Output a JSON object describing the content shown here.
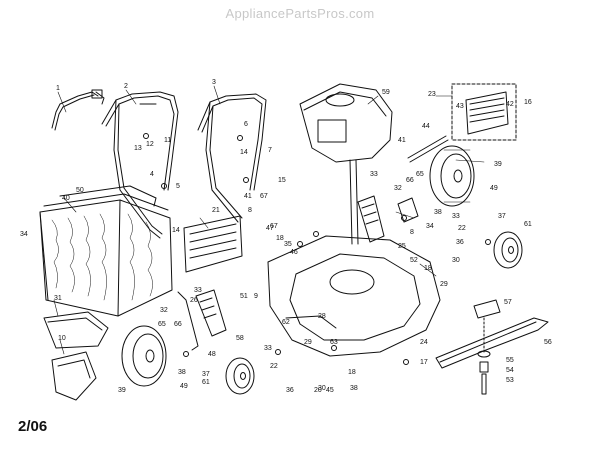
{
  "watermark": "AppliancePartsPros.com",
  "date_code": "2/06",
  "callouts": [
    {
      "id": "c1",
      "label": "1"
    },
    {
      "id": "c2",
      "label": "2"
    },
    {
      "id": "c3",
      "label": "3"
    },
    {
      "id": "c4",
      "label": "4"
    },
    {
      "id": "c5",
      "label": "5"
    },
    {
      "id": "c6",
      "label": "6"
    },
    {
      "id": "c7",
      "label": "7"
    },
    {
      "id": "c11",
      "label": "11"
    },
    {
      "id": "c12",
      "label": "12"
    },
    {
      "id": "c13",
      "label": "13"
    },
    {
      "id": "c14a",
      "label": "14"
    },
    {
      "id": "c14b",
      "label": "14"
    },
    {
      "id": "c15",
      "label": "15"
    },
    {
      "id": "c16",
      "label": "16"
    },
    {
      "id": "c17",
      "label": "17"
    },
    {
      "id": "c18a",
      "label": "18"
    },
    {
      "id": "c18b",
      "label": "18"
    },
    {
      "id": "c18c",
      "label": "18"
    },
    {
      "id": "c20",
      "label": "20"
    },
    {
      "id": "c21",
      "label": "21"
    },
    {
      "id": "c22a",
      "label": "22"
    },
    {
      "id": "c22b",
      "label": "22"
    },
    {
      "id": "c23",
      "label": "23"
    },
    {
      "id": "c24",
      "label": "24"
    },
    {
      "id": "c25",
      "label": "25"
    },
    {
      "id": "c26",
      "label": "26"
    },
    {
      "id": "c28",
      "label": "28"
    },
    {
      "id": "c29a",
      "label": "29"
    },
    {
      "id": "c29b",
      "label": "29"
    },
    {
      "id": "c30a",
      "label": "30"
    },
    {
      "id": "c30b",
      "label": "30"
    },
    {
      "id": "c31",
      "label": "31"
    },
    {
      "id": "c32a",
      "label": "32"
    },
    {
      "id": "c32b",
      "label": "32"
    },
    {
      "id": "c33a",
      "label": "33"
    },
    {
      "id": "c33b",
      "label": "33"
    },
    {
      "id": "c33c",
      "label": "33"
    },
    {
      "id": "c33d",
      "label": "33"
    },
    {
      "id": "c34a",
      "label": "34"
    },
    {
      "id": "c34b",
      "label": "34"
    },
    {
      "id": "c35",
      "label": "35"
    },
    {
      "id": "c36a",
      "label": "36"
    },
    {
      "id": "c36b",
      "label": "36"
    },
    {
      "id": "c37a",
      "label": "37"
    },
    {
      "id": "c37b",
      "label": "37"
    },
    {
      "id": "c38a",
      "label": "38"
    },
    {
      "id": "c38b",
      "label": "38"
    },
    {
      "id": "c38c",
      "label": "38"
    },
    {
      "id": "c39a",
      "label": "39"
    },
    {
      "id": "c39b",
      "label": "39"
    },
    {
      "id": "c40",
      "label": "40"
    },
    {
      "id": "c41a",
      "label": "41"
    },
    {
      "id": "c41b",
      "label": "41"
    },
    {
      "id": "c42",
      "label": "42"
    },
    {
      "id": "c43",
      "label": "43"
    },
    {
      "id": "c44",
      "label": "44"
    },
    {
      "id": "c45",
      "label": "45"
    },
    {
      "id": "c46",
      "label": "46"
    },
    {
      "id": "c47",
      "label": "47"
    },
    {
      "id": "c48",
      "label": "48"
    },
    {
      "id": "c49a",
      "label": "49"
    },
    {
      "id": "c49b",
      "label": "49"
    },
    {
      "id": "c50",
      "label": "50"
    },
    {
      "id": "c51",
      "label": "51"
    },
    {
      "id": "c52",
      "label": "52"
    },
    {
      "id": "c53",
      "label": "53"
    },
    {
      "id": "c54",
      "label": "54"
    },
    {
      "id": "c55",
      "label": "55"
    },
    {
      "id": "c56",
      "label": "56"
    },
    {
      "id": "c57",
      "label": "57"
    },
    {
      "id": "c58",
      "label": "58"
    },
    {
      "id": "c59",
      "label": "59"
    },
    {
      "id": "c61a",
      "label": "61"
    },
    {
      "id": "c61b",
      "label": "61"
    },
    {
      "id": "c62",
      "label": "62"
    },
    {
      "id": "c63",
      "label": "63"
    },
    {
      "id": "c65a",
      "label": "65"
    },
    {
      "id": "c65b",
      "label": "65"
    },
    {
      "id": "c66a",
      "label": "66"
    },
    {
      "id": "c66b",
      "label": "66"
    },
    {
      "id": "c67a",
      "label": "67"
    },
    {
      "id": "c67b",
      "label": "67"
    },
    {
      "id": "c8a",
      "label": "8"
    },
    {
      "id": "c8b",
      "label": "8"
    },
    {
      "id": "c9",
      "label": "9"
    },
    {
      "id": "c10",
      "label": "10"
    }
  ]
}
